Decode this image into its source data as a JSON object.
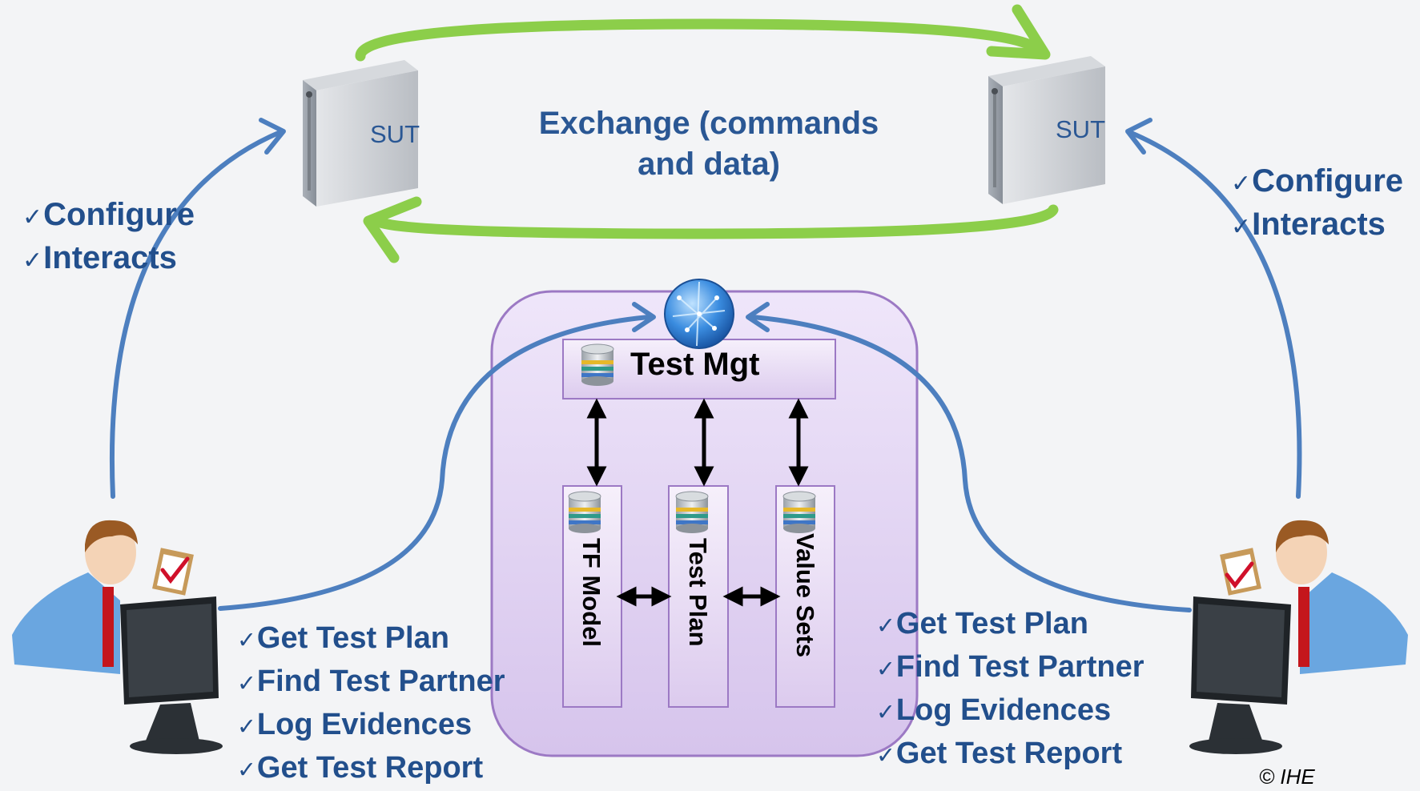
{
  "center_title": "Exchange (commands\nand data)",
  "sut_left": "SUT",
  "sut_right": "SUT",
  "left_actions": [
    "Configure",
    "Interacts"
  ],
  "right_actions": [
    "Configure",
    "Interacts"
  ],
  "left_tasks": [
    "Get Test Plan",
    "Find Test Partner",
    "Log Evidences",
    "Get Test Report"
  ],
  "right_tasks": [
    "Get Test Plan",
    "Find Test Partner",
    "Log Evidences",
    "Get Test Report"
  ],
  "check_glyph": "✓",
  "test_mgt": "Test Mgt",
  "components": [
    "TF Model",
    "Test Plan",
    "Value Sets"
  ],
  "copyright": "© IHE",
  "colors": {
    "text_blue": "#224f8c",
    "arrow_blue": "#4d7fbf",
    "arrow_green": "#8cce4a",
    "panel_purple": "#d9c9ee",
    "panel_border": "#9c79c4"
  }
}
